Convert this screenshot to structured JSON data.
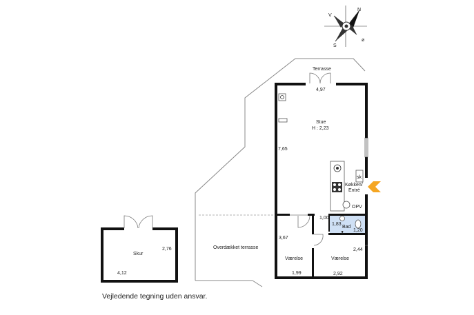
{
  "compass": {
    "n": "N",
    "v": "V",
    "s": "S",
    "o": "ø"
  },
  "rooms": {
    "terrasse": "Terrasse",
    "stue": "Stue",
    "stue_height": "H : 2,23",
    "kokken_line1": "Køkken/",
    "kokken_line2": "Entré",
    "bad": "Bad",
    "vaerelse_1": "Værelse",
    "vaerelse_2": "Værelse",
    "overdaekket": "Overdækket terrasse",
    "skur": "Skur"
  },
  "dimensions": {
    "stue_width": "4,97",
    "stue_depth": "7,65",
    "hall_width": "1,00",
    "bad_depth": "1,83",
    "bad_width": "1,20",
    "vaerelse_1_depth": "3,67",
    "vaerelse_1_width": "1,99",
    "vaerelse_2_depth": "2,44",
    "vaerelse_2_width": "2,92",
    "skur_depth": "2,76",
    "skur_width": "4,12"
  },
  "fixtures": {
    "sk": "sk",
    "opv": "OPV"
  },
  "colors": {
    "wall": "#111111",
    "bathroom": "#cfe0f5",
    "entry_arrow": "#f5a623"
  },
  "caption": "Vejledende tegning uden ansvar."
}
